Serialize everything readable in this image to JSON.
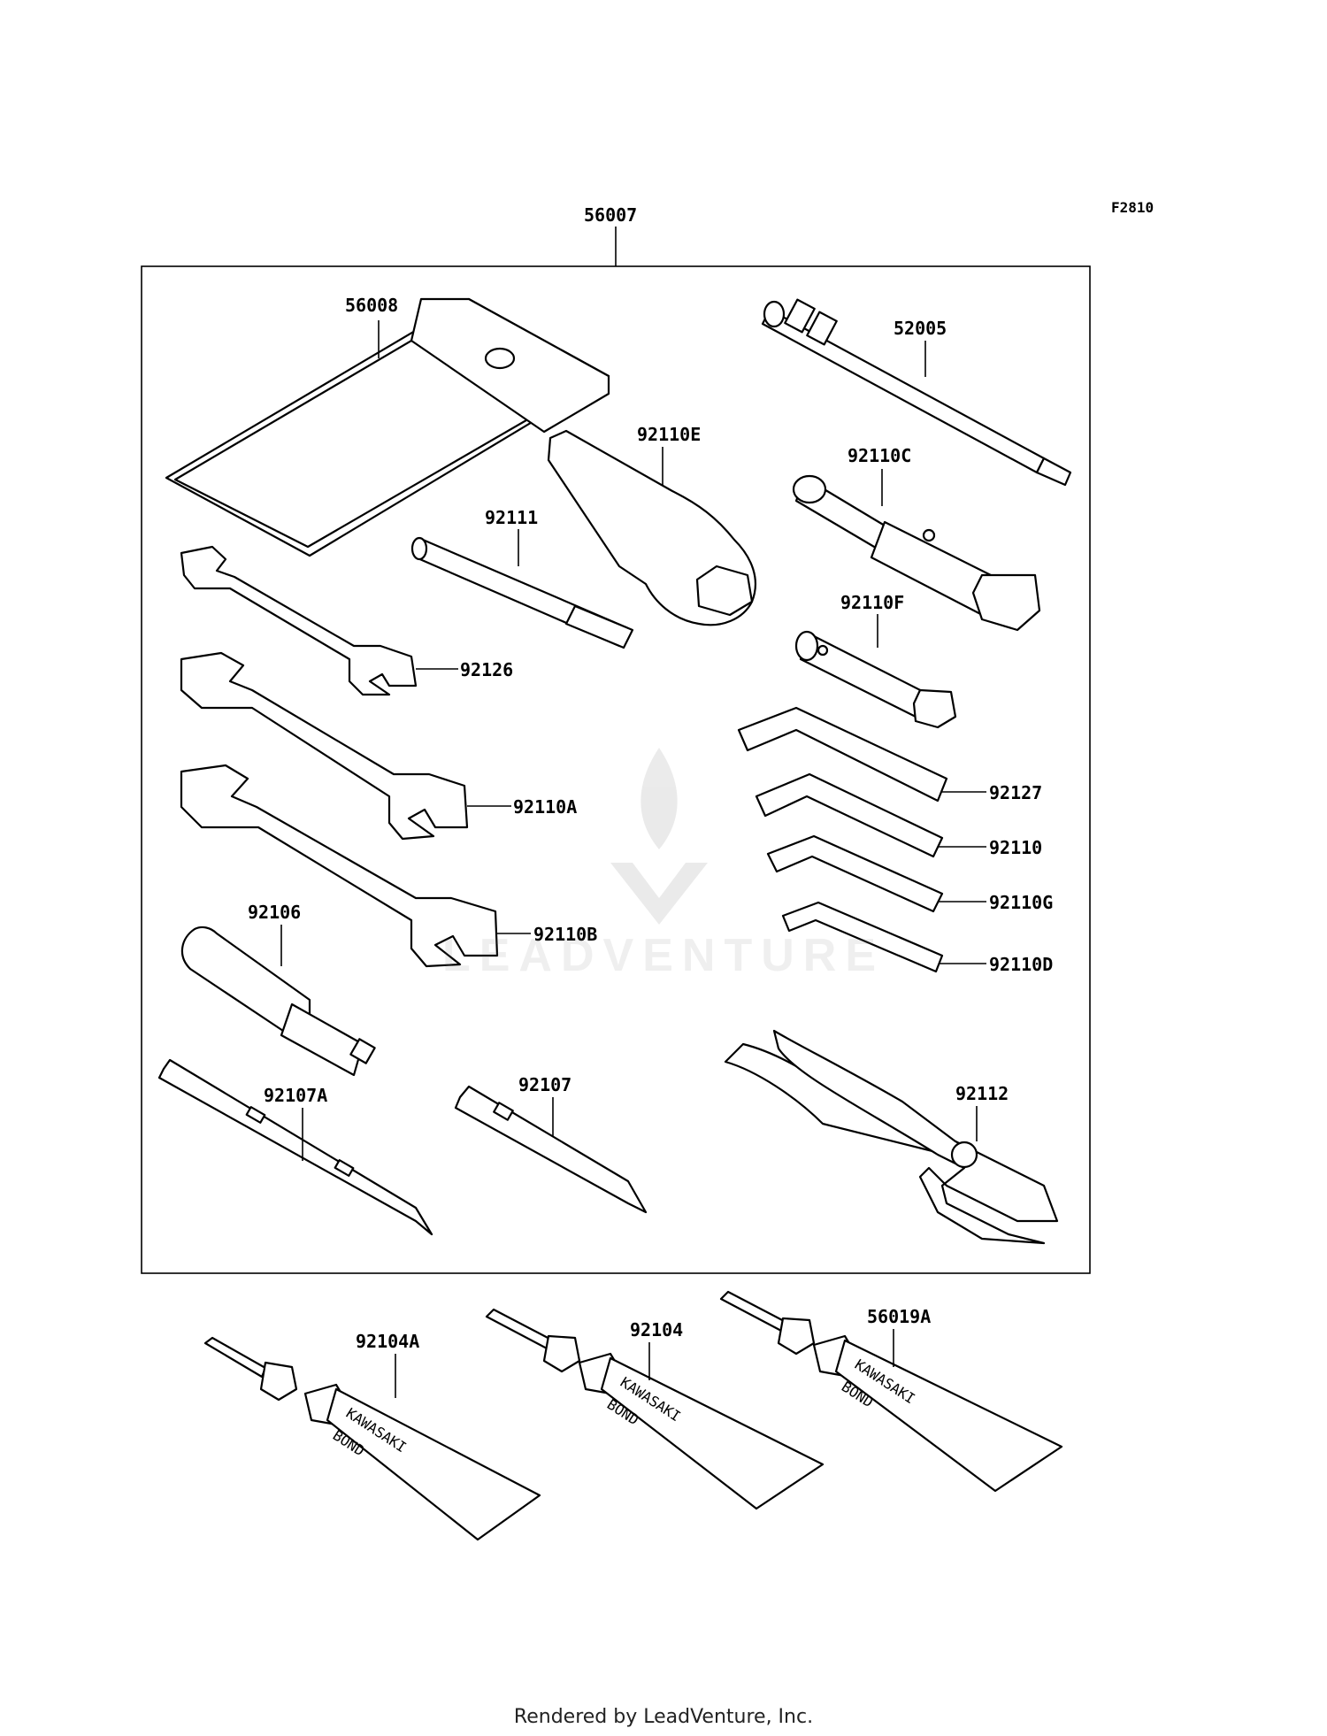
{
  "diagram": {
    "code": "F2810",
    "kit_label": "56007",
    "parts": {
      "bag": "56008",
      "spark_plug_wrench": "52005",
      "box_wrench": "92110E",
      "socket_wrench": "92110C",
      "bar": "92111",
      "wrench_small": "92126",
      "wrench_medium": "92110A",
      "wrench_large": "92110B",
      "tube_socket": "92110F",
      "hex_key_1": "92127",
      "hex_key_2": "92110",
      "hex_key_3": "92110G",
      "hex_key_4": "92110D",
      "screwdriver_handle": "92106",
      "screwdriver_bit_a": "92107A",
      "screwdriver_bit": "92107",
      "pliers": "92112",
      "bond_tube_1": "92104A",
      "bond_tube_2": "92104",
      "bond_tube_3": "56019A"
    },
    "tube_print": {
      "line1": "KAWASAKI",
      "line2": "BOND"
    }
  },
  "watermark": "LEADVENTURE",
  "footer": "Rendered by LeadVenture, Inc."
}
